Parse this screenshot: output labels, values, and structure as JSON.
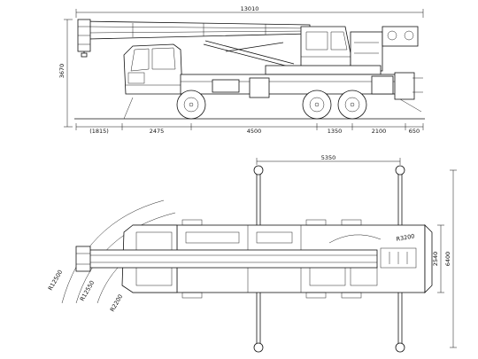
{
  "side_view": {
    "overall_length": "13010",
    "overall_height": "3670",
    "segments": [
      "(1815)",
      "2475",
      "4500",
      "1350",
      "2100",
      "650"
    ]
  },
  "plan_view": {
    "outrigger_span_longitudinal": "5350",
    "width_label": "2540",
    "outrigger_span_transverse": "6400",
    "radius_labels": [
      "R12500",
      "R12550",
      "R2200"
    ],
    "counterweight_radius": "R3200"
  }
}
